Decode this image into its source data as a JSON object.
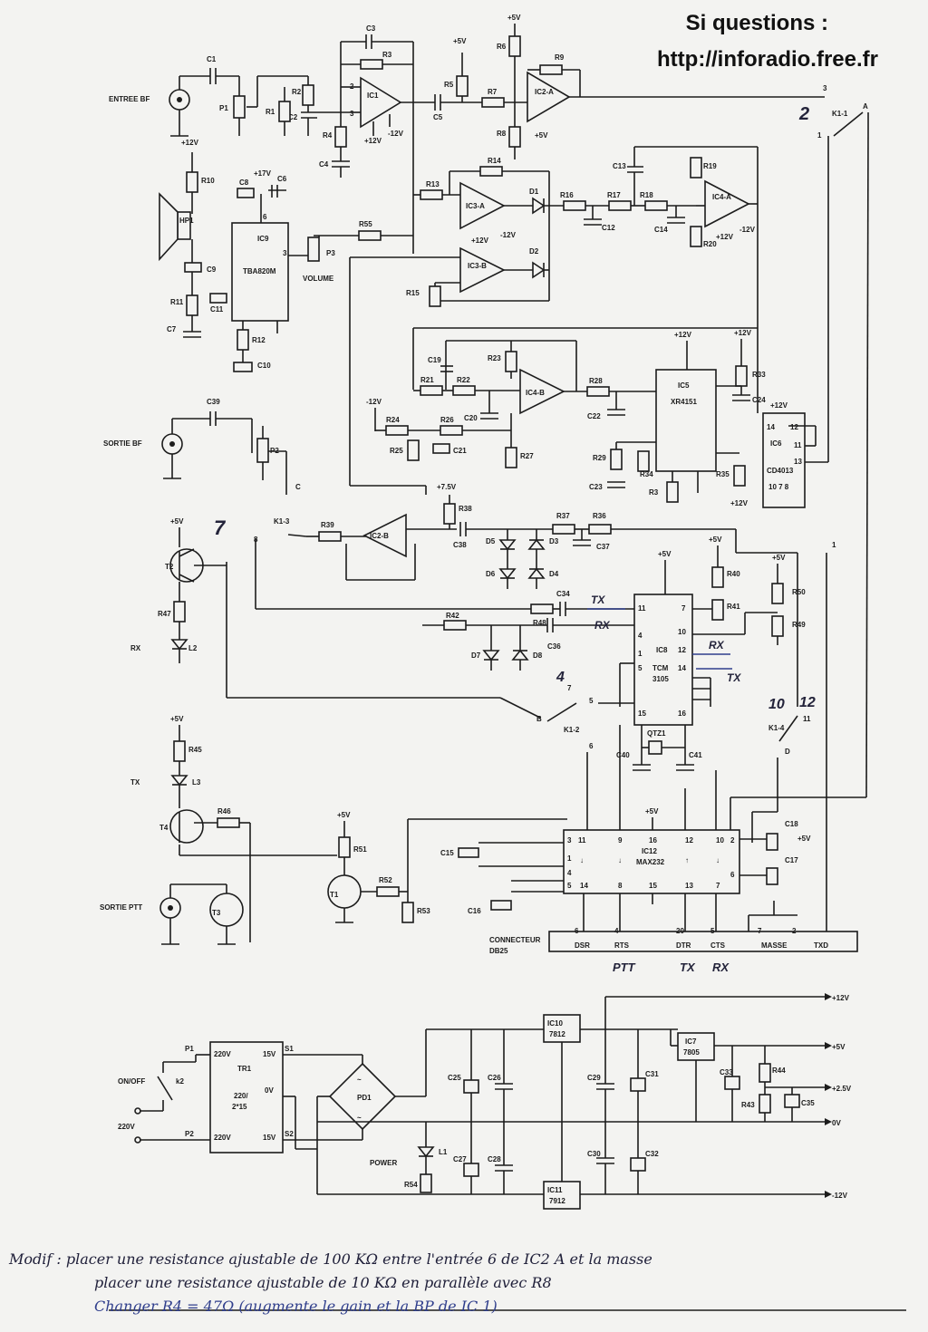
{
  "header": {
    "line1": "Si questions :",
    "line2": "http://inforadio.free.fr"
  },
  "connectors": {
    "entree_bf": "ENTREE BF",
    "sortie_bf": "SORTIE BF",
    "sortie_ptt": "SORTIE PTT",
    "db25": "CONNECTEUR DB25",
    "db25_pins": [
      "DSR",
      "RTS",
      "DTR",
      "CTS",
      "MASSE",
      "TXD"
    ],
    "on_off": "ON/OFF",
    "mains": "220V",
    "power": "POWER",
    "rx": "RX",
    "tx": "TX",
    "volume": "VOLUME"
  },
  "ics": [
    {
      "ref": "IC1",
      "part": ""
    },
    {
      "ref": "IC2-A",
      "part": ""
    },
    {
      "ref": "IC2-B",
      "part": ""
    },
    {
      "ref": "IC3-A",
      "part": ""
    },
    {
      "ref": "IC3-B",
      "part": ""
    },
    {
      "ref": "IC4-A",
      "part": ""
    },
    {
      "ref": "IC4-B",
      "part": ""
    },
    {
      "ref": "IC5",
      "part": "XR4151"
    },
    {
      "ref": "IC6",
      "part": "CD4013"
    },
    {
      "ref": "IC8",
      "part": "TCM 3105"
    },
    {
      "ref": "IC9",
      "part": "TBA820M"
    },
    {
      "ref": "IC10",
      "part": "7812"
    },
    {
      "ref": "IC11",
      "part": "7912"
    },
    {
      "ref": "IC7",
      "part": "7805"
    },
    {
      "ref": "IC12",
      "part": "MAX232"
    },
    {
      "ref": "TR1",
      "part": "220/2*15"
    },
    {
      "ref": "PD1",
      "part": ""
    }
  ],
  "rails": [
    "+12V",
    "+5V",
    "+2.5V",
    "0V",
    "-12V",
    "+7.5V"
  ],
  "handwritten": {
    "labels": [
      "2",
      "7",
      "4",
      "10",
      "12",
      "TX",
      "RX",
      "RX",
      "TX",
      "PTT",
      "TX",
      "RX"
    ],
    "notes": [
      "Modif : placer une resistance ajustable de 100 KΩ entre l'entrée 6 de IC2 A et la masse",
      "placer une resistance ajustable de 10 KΩ en parallèle avec R8",
      "Changer R4 = 47Ω (augmente le gain et la BP de IC 1)"
    ]
  }
}
